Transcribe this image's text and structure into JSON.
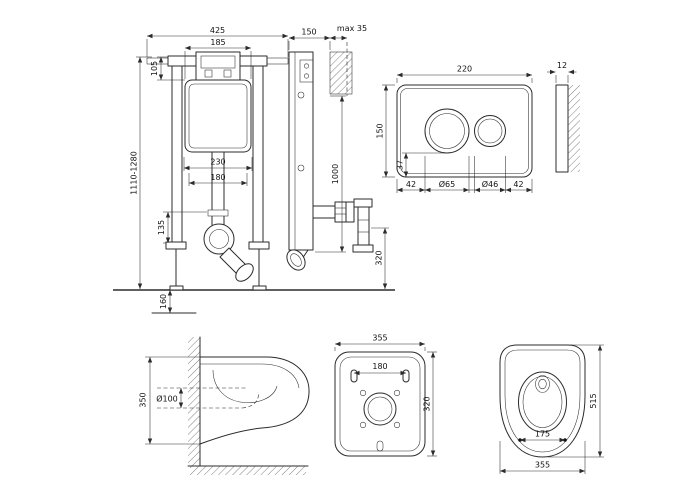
{
  "drawing": {
    "frame_front": {
      "frame_width": "425",
      "cistern_width": "185",
      "top_offset": "105",
      "install_height": "1110-1280",
      "bolt_spacing": "230",
      "outlet_spacing": "180",
      "bottom_offset": "135",
      "floor_offset": "160"
    },
    "frame_side": {
      "frame_depth": "150",
      "max_adjustment": "max 35",
      "wall_height": "1000",
      "outlet_height": "320"
    },
    "flush_plate": {
      "plate_width": "220",
      "plate_height": "150",
      "button_offset": "37",
      "left_margin": "42",
      "large_button_dia": "Ø65",
      "small_button_dia": "Ø46",
      "right_margin": "42",
      "plate_thickness": "12"
    },
    "bowl_side": {
      "bowl_height": "350",
      "outlet_dia": "Ø100"
    },
    "bowl_back": {
      "bowl_width": "355",
      "fixing_spacing": "180",
      "bowl_height": "320"
    },
    "bowl_top": {
      "bowl_length": "515",
      "hinge_spacing": "175",
      "bowl_width": "355"
    }
  }
}
